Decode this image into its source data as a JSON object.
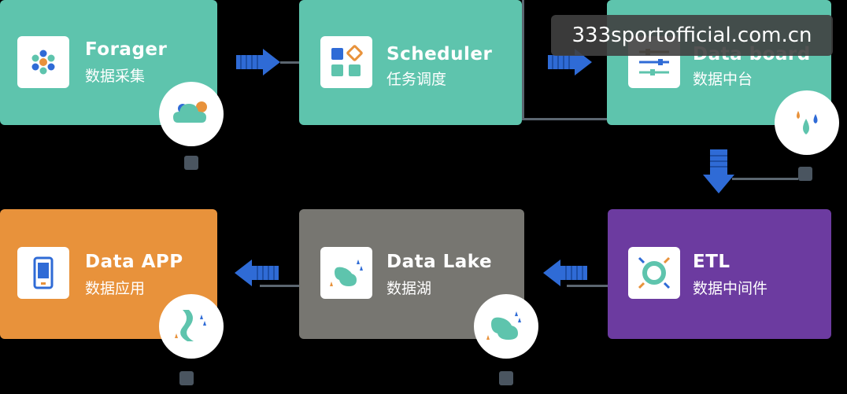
{
  "colors": {
    "teal": "#5ec4ad",
    "orange": "#e8923b",
    "gray": "#777671",
    "purple": "#6c3ba0",
    "arrow_blue": "#2f6bd6",
    "background": "#000000"
  },
  "cards": {
    "forager": {
      "title": "Forager",
      "subtitle": "数据采集",
      "icon": "flower-dots-icon"
    },
    "scheduler": {
      "title": "Scheduler",
      "subtitle": "任务调度",
      "icon": "blocks-icon"
    },
    "databoard": {
      "title": "Data board",
      "subtitle": "数据中台",
      "icon": "sliders-icon"
    },
    "etl": {
      "title": "ETL",
      "subtitle": "数据中间件",
      "icon": "ring-icon"
    },
    "datalake": {
      "title": "Data Lake",
      "subtitle": "数据湖",
      "icon": "lake-icon"
    },
    "dataapp": {
      "title": "Data APP",
      "subtitle": "数据应用",
      "icon": "phone-icon"
    }
  },
  "badges": [
    "cloud-icon",
    "droplets-icon",
    "lake-icon",
    "river-icon"
  ],
  "watermark": "333sportofficial.com.cn"
}
